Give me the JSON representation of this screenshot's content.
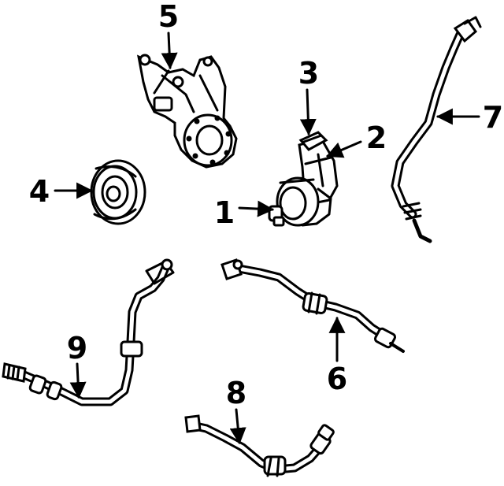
{
  "diagram": {
    "callouts": [
      {
        "id": "c1",
        "label": "1"
      },
      {
        "id": "c2",
        "label": "2"
      },
      {
        "id": "c3",
        "label": "3"
      },
      {
        "id": "c4",
        "label": "4"
      },
      {
        "id": "c5",
        "label": "5"
      },
      {
        "id": "c6",
        "label": "6"
      },
      {
        "id": "c7",
        "label": "7"
      },
      {
        "id": "c8",
        "label": "8"
      },
      {
        "id": "c9",
        "label": "9"
      }
    ],
    "colors": {
      "ink": "#000000",
      "paper": "#ffffff"
    }
  }
}
